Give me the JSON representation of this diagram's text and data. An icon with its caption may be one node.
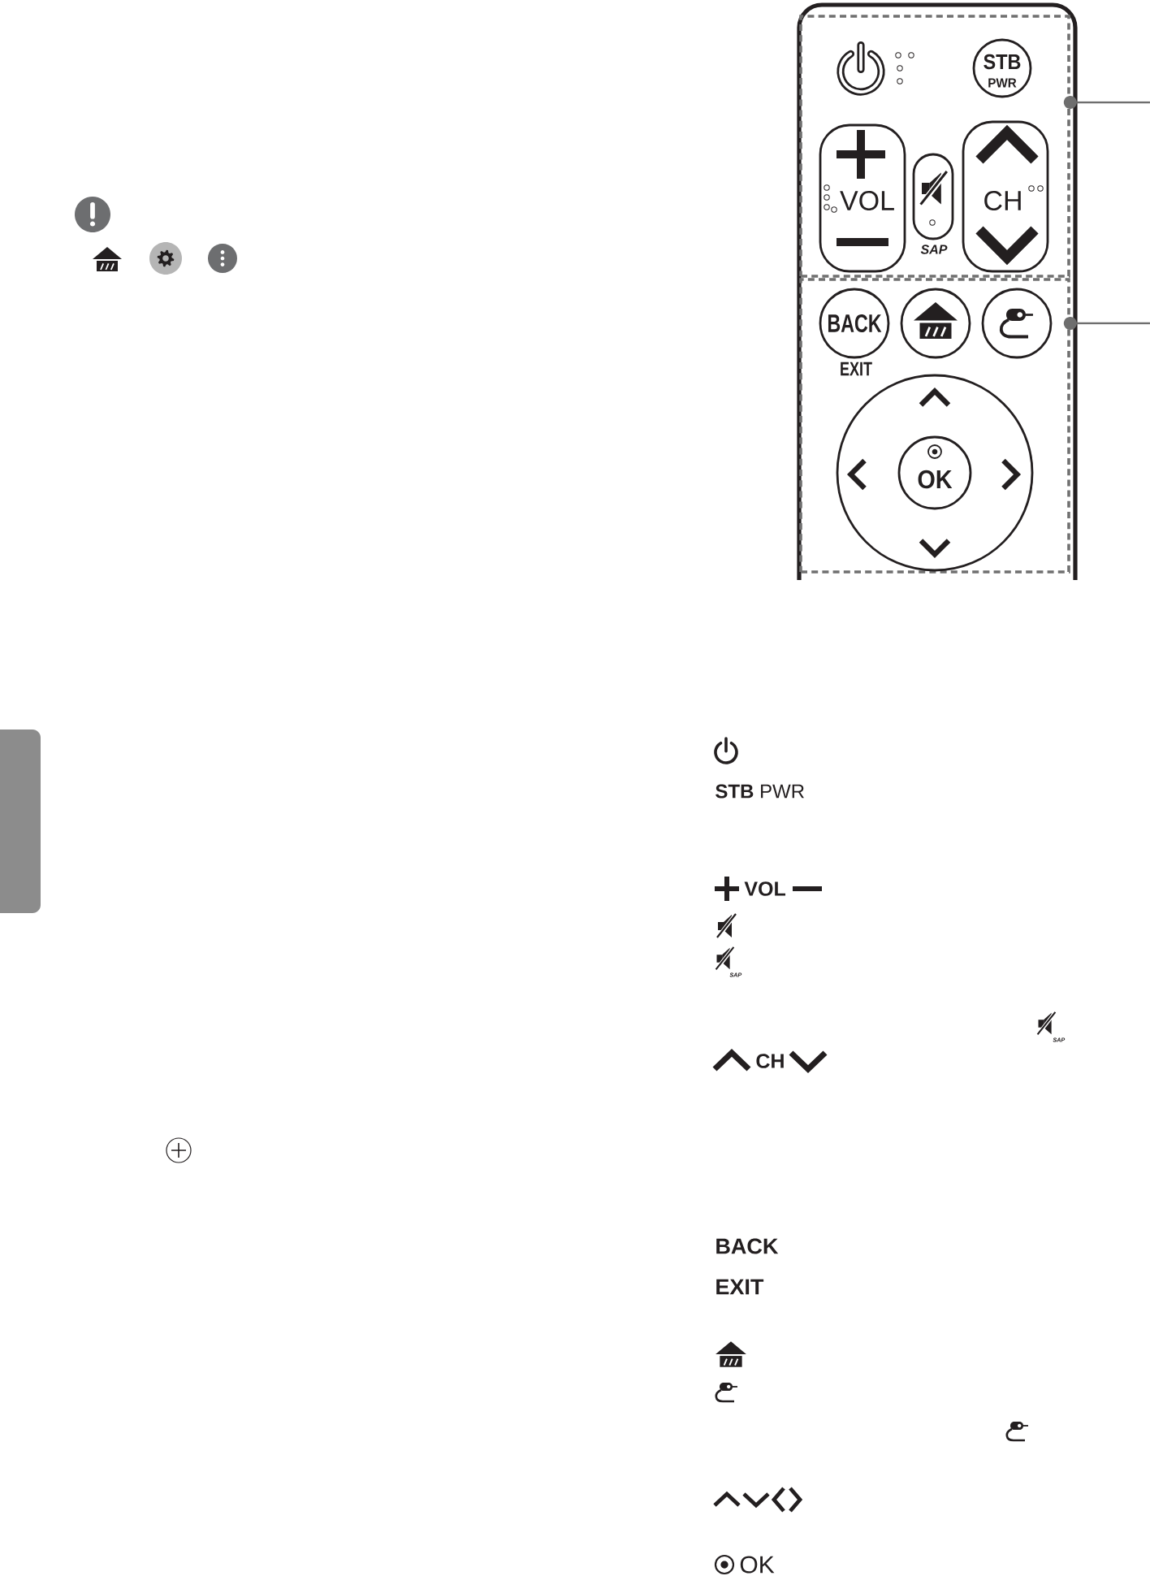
{
  "diagram": {
    "nodes": [
      {
        "text": [],
        "shape": "box"
      },
      {
        "text": [
          "STB",
          "PWR"
        ],
        "in": 0
      },
      {
        "text": [
          "VOL"
        ],
        "in": 0
      },
      {
        "text": [
          "SAP"
        ],
        "in": 0
      },
      {
        "text": [
          "CH"
        ],
        "in": 0
      },
      {
        "text": [],
        "shape": "box"
      },
      {
        "text": [
          "BACK"
        ],
        "beside": [
          "EXIT"
        ],
        "in": 5
      },
      {
        "text": [],
        "shape": "circle",
        "in": 5
      },
      {
        "text": [],
        "shape": "circle",
        "in": 5
      },
      {
        "text": [],
        "shape": "circle",
        "in": 5
      },
      {
        "text": [
          "OK"
        ],
        "in": 9
      },
      {
        "text": [],
        "shape": "box"
      }
    ],
    "edges": [
      {
        "from": null,
        "to": 0,
        "arrow": "other"
      },
      {
        "from": null,
        "to": 5,
        "arrow": "other"
      }
    ],
    "labels": [
      "**STB** PWR",
      "VOL",
      "SAP",
      "SAP",
      "CH",
      "BACK",
      "EXIT",
      "OK"
    ]
  }
}
